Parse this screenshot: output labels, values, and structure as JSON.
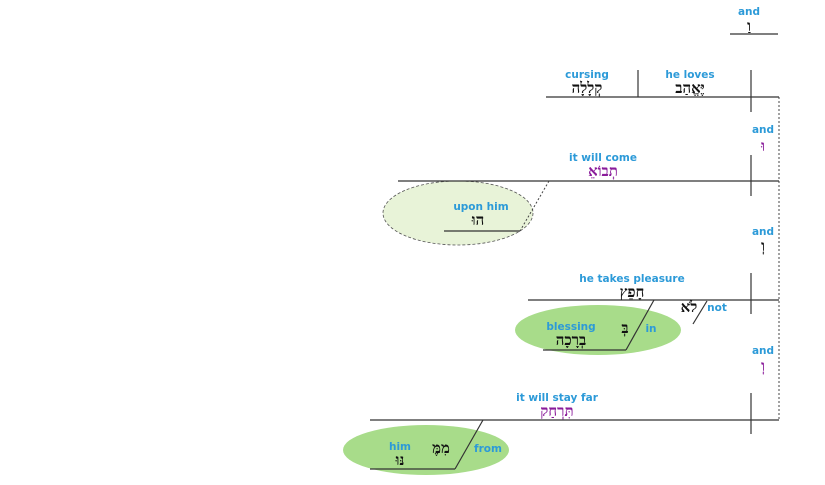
{
  "colors": {
    "english": "#2c9ad8",
    "hebrew": "#111111",
    "hebrew_highlight": "#8a1b9a",
    "phrase_fill": "#a8dc8a",
    "phrase_fill_light": "#e8f3d8"
  },
  "top_conjunction": {
    "english": "and",
    "hebrew": "וַ"
  },
  "clause1": {
    "object": {
      "english": "cursing",
      "hebrew": "קְלָלָה"
    },
    "verb": {
      "english": "he loves",
      "hebrew": "יֶּאֱהַב"
    }
  },
  "conj1": {
    "english": "and",
    "hebrew": "וּ"
  },
  "clause2": {
    "verb": {
      "english": "it will come",
      "hebrew": "תְבוֹאֵ"
    },
    "object": {
      "english": "upon him",
      "hebrew": "הוּ"
    }
  },
  "conj2": {
    "english": "and",
    "hebrew": "וְ"
  },
  "clause3": {
    "verb": {
      "english": "he takes pleasure",
      "hebrew": "חָפֵץ"
    },
    "negation": {
      "english": "not",
      "hebrew": "לֹא"
    },
    "preposition": {
      "english": "in",
      "hebrew": "בְּ"
    },
    "object": {
      "english": "blessing",
      "hebrew": "בְרָכָה"
    }
  },
  "conj3": {
    "english": "and",
    "hebrew": "וְ"
  },
  "clause4": {
    "verb": {
      "english": "it will stay far",
      "hebrew": "תִּרְחַק"
    },
    "preposition": {
      "english": "from",
      "hebrew": "מִמֶּ"
    },
    "object": {
      "english": "him",
      "hebrew": "נּוּ"
    }
  }
}
